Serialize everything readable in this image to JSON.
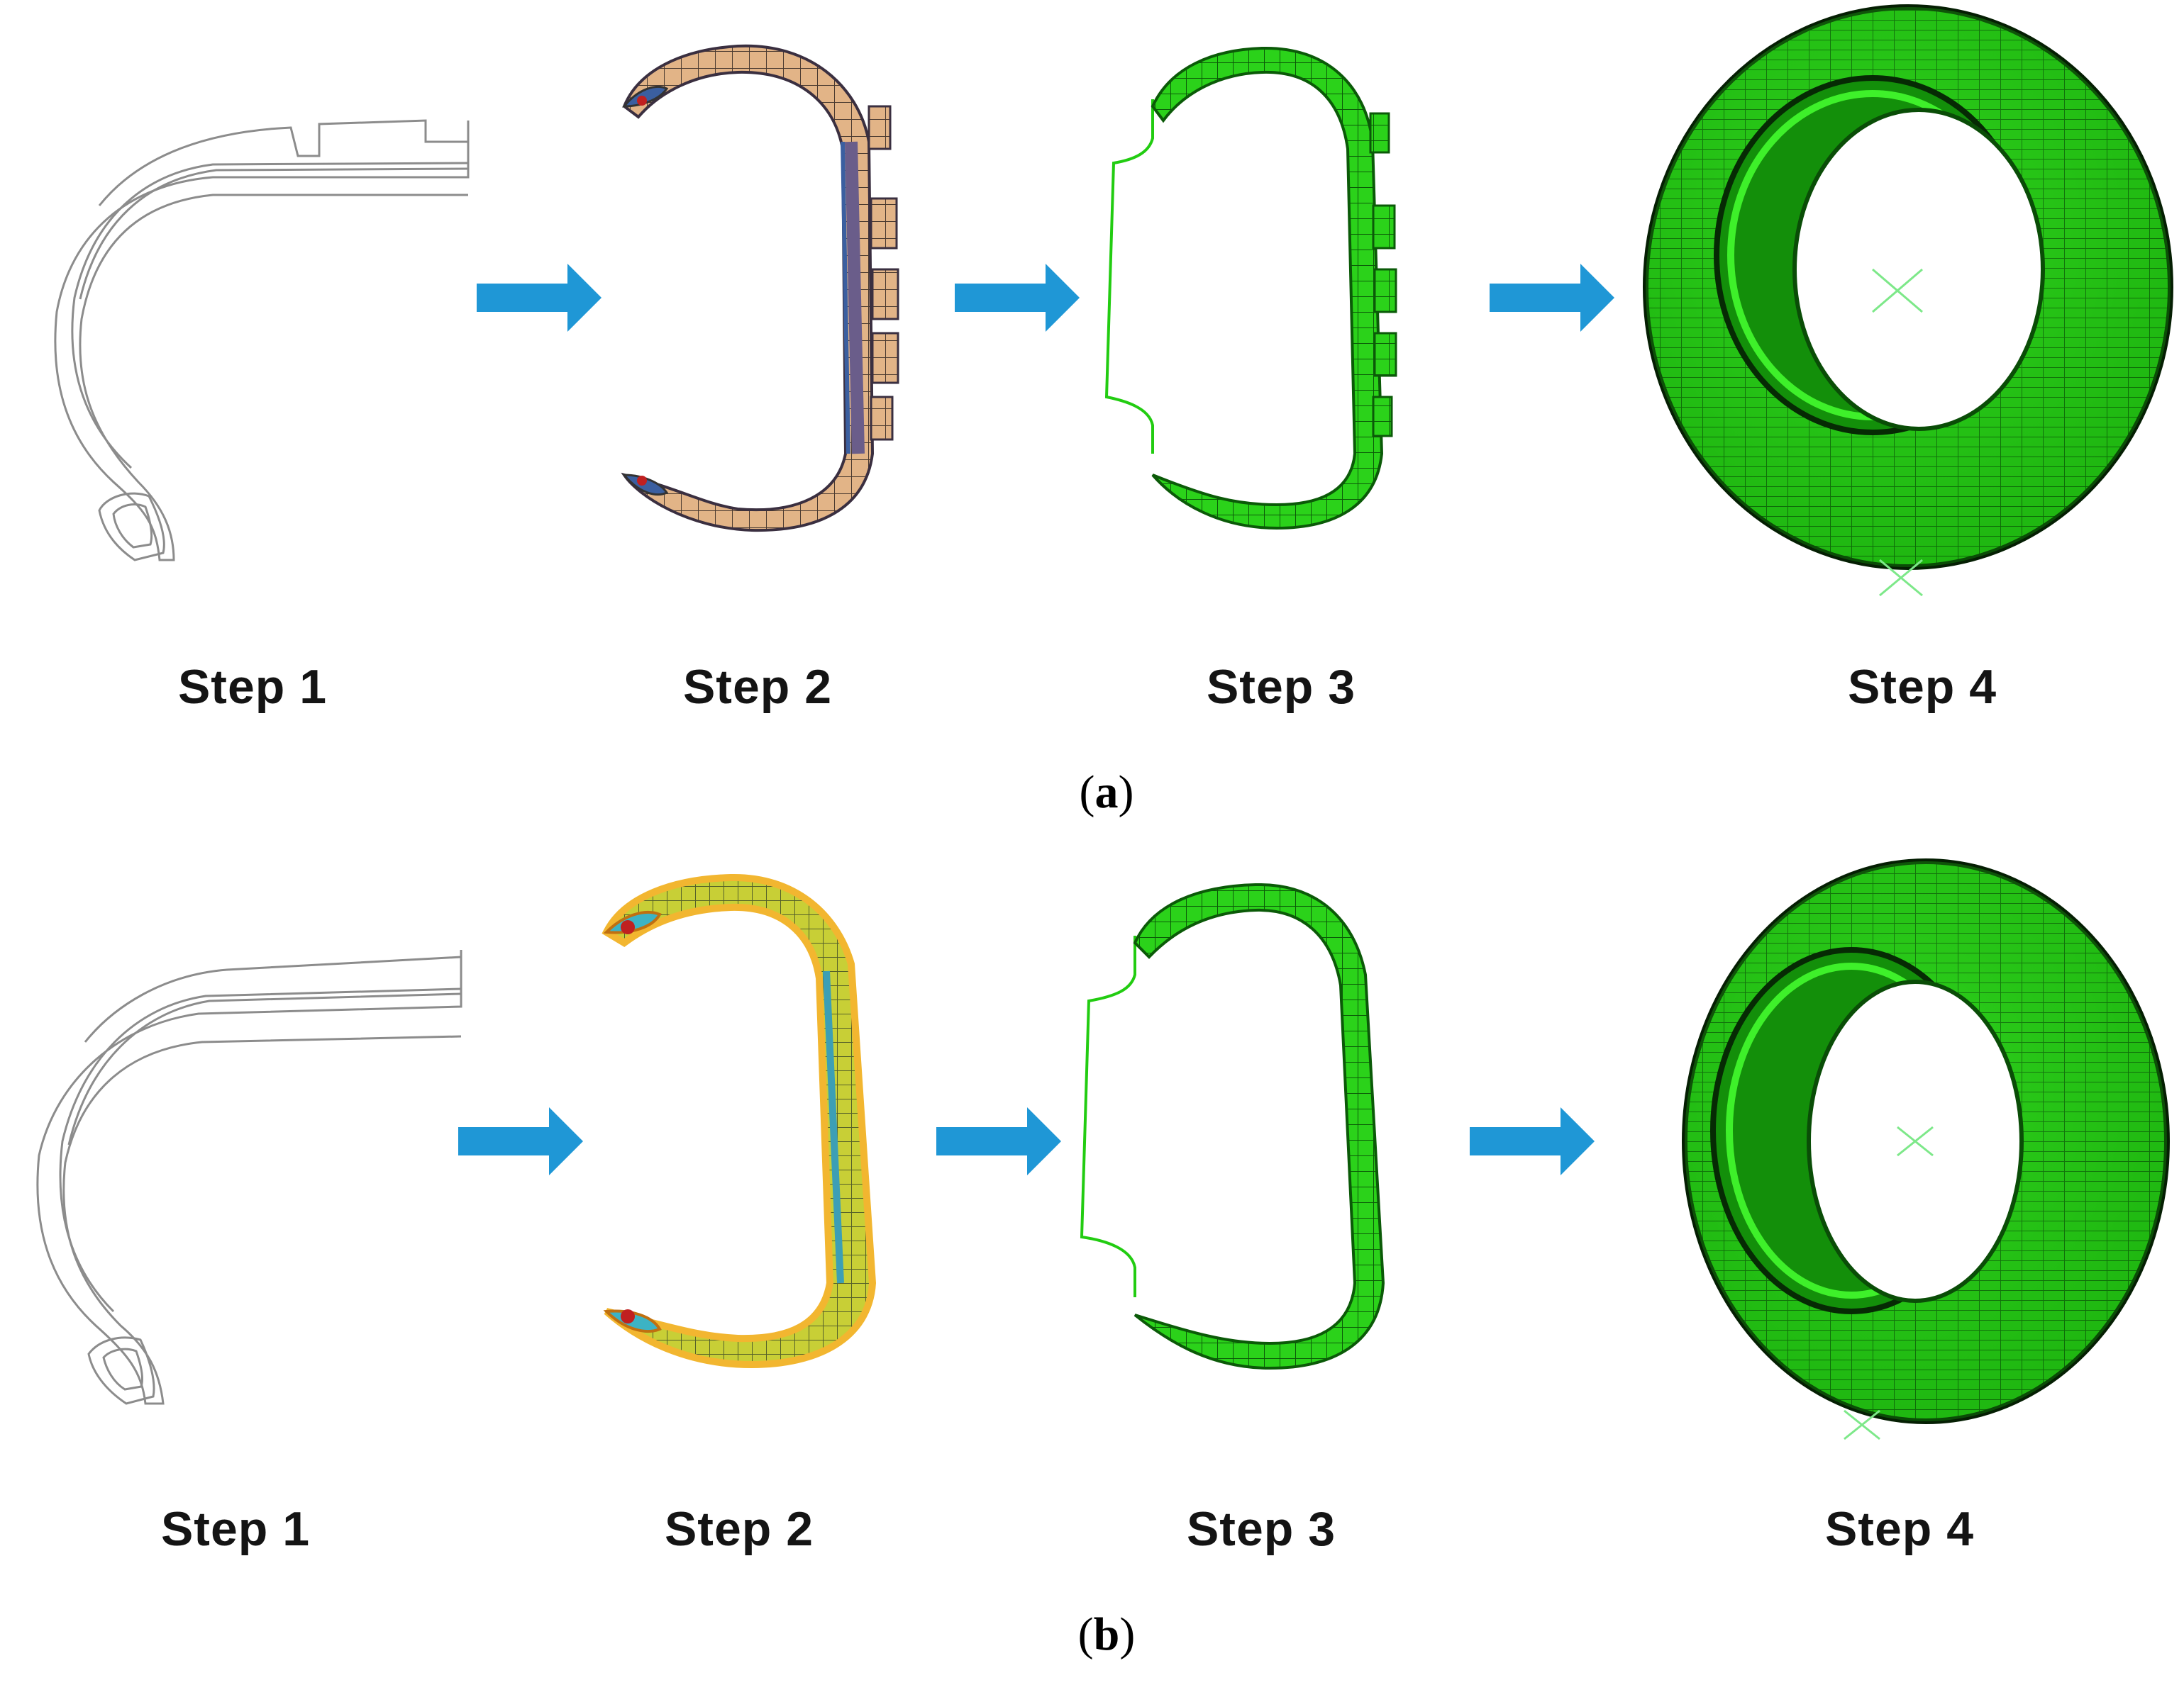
{
  "panel_a": {
    "caption_open": "(",
    "caption_letter": "a",
    "caption_close": ")",
    "steps": [
      "Step 1",
      "Step 2",
      "Step 3",
      "Step 4"
    ]
  },
  "panel_b": {
    "caption_open": "(",
    "caption_letter": "b",
    "caption_close": ")",
    "steps": [
      "Step 1",
      "Step 2",
      "Step 3",
      "Step 4"
    ]
  },
  "colors": {
    "arrow": "#1f97d6",
    "mesh_green": "#22cc11",
    "mesh_dark_green": "#0d7a0a",
    "outline_gray": "#8c8c8c",
    "step2a_tread": "#e8b98a",
    "step2a_body": "#6a5d8a",
    "step2b_body": "#c9d13a",
    "step2b_edge": "#f2b630"
  }
}
